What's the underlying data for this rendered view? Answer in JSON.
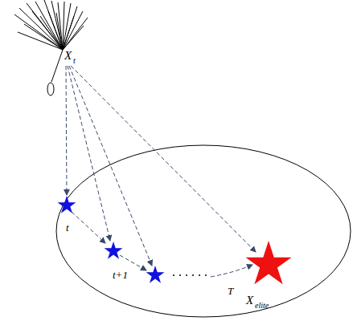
{
  "diagram": {
    "labels": [
      "X",
      "t",
      "t",
      "t+1",
      "T",
      "X",
      "elite"
    ]
  }
}
